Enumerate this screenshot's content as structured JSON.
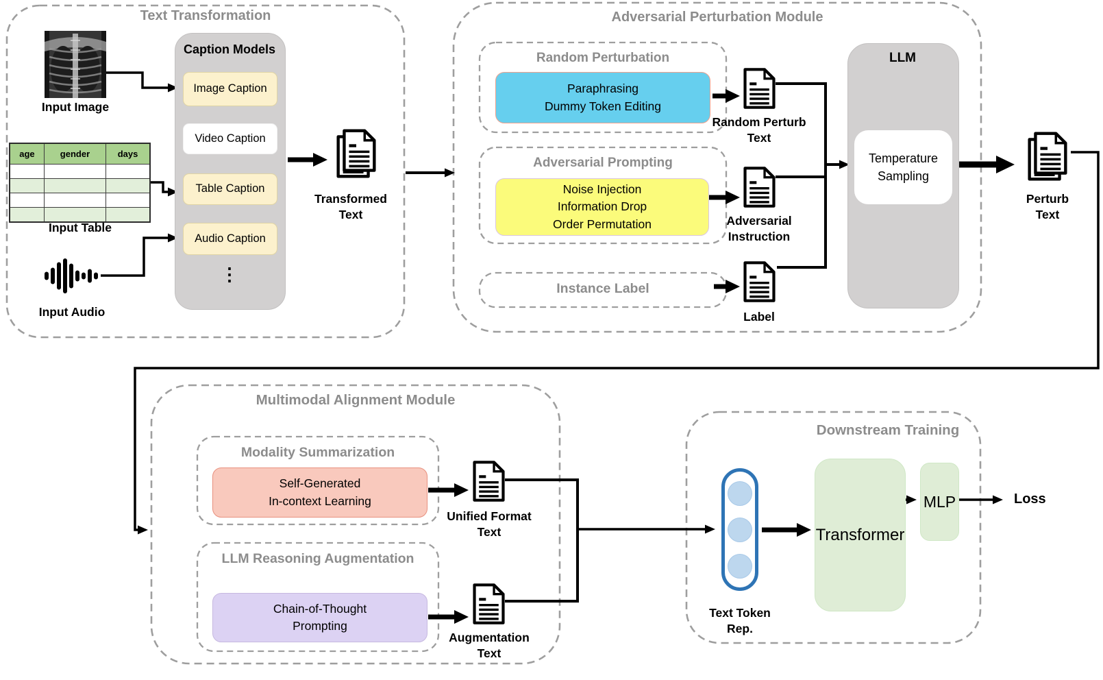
{
  "modules": {
    "m1": {
      "title": "Text Transformation",
      "input_image_label": "Input Image",
      "input_table_label": "Input Table",
      "input_audio_label": "Input Audio",
      "table": {
        "headers": [
          "age",
          "gender",
          "days"
        ],
        "data_rows": 4
      },
      "caption_models": {
        "title": "Caption Models",
        "items": [
          {
            "label": "Image Caption"
          },
          {
            "label": "Video Caption"
          },
          {
            "label": "Table Caption"
          },
          {
            "label": "Audio Caption"
          }
        ],
        "ellipsis": "⋮"
      },
      "output_doc": {
        "line1": "Transformed",
        "line2": "Text"
      }
    },
    "m2": {
      "title": "Adversarial Perturbation Module",
      "random": {
        "title": "Random Perturbation",
        "lines": [
          "Paraphrasing",
          "Dummy Token Editing"
        ]
      },
      "adv": {
        "title": "Adversarial Prompting",
        "lines": [
          "Noise Injection",
          "Information Drop",
          "Order Permutation"
        ]
      },
      "instance": {
        "title": "Instance Label"
      },
      "docs": [
        {
          "line1": "Random Perturb",
          "line2": "Text"
        },
        {
          "line1": "Adversarial",
          "line2": "Instruction"
        },
        {
          "line1": "Label",
          "line2": ""
        }
      ],
      "llm": {
        "title": "LLM",
        "lines": [
          "Temperature",
          "Sampling"
        ]
      },
      "output_doc": {
        "line1": "Perturb",
        "line2": "Text"
      }
    },
    "m3": {
      "title": "Multimodal Alignment Module",
      "modality": {
        "title": "Modality Summarization",
        "lines": [
          "Self-Generated",
          "In-context Learning"
        ]
      },
      "reasoning": {
        "title": "LLM Reasoning Augmentation",
        "lines": [
          "Chain-of-Thought",
          "Prompting"
        ]
      },
      "docs": [
        {
          "line1": "Unified Format",
          "line2": "Text"
        },
        {
          "line1": "Augmentation",
          "line2": "Text"
        }
      ]
    },
    "m4": {
      "title": "Downstream Training",
      "token": {
        "line1": "Text Token",
        "line2": "Rep.",
        "circle_count": 3
      },
      "transformer_label": "Transformer",
      "mlp_label": "MLP",
      "loss_label": "Loss"
    }
  },
  "colors": {
    "caption_item_cream": "#fcf1cd",
    "random_perturb_blue": "#66cfee",
    "adversarial_yellow": "#fbfb7b",
    "modality_pink": "#f9c9bd",
    "reasoning_purple": "#dcd2f3",
    "container_gray": "#d2d0d0",
    "green_block": "#dfedd6",
    "table_header_green": "#a9d18e",
    "table_alt_row": "#e2efda",
    "token_pill_border": "#2e74b5",
    "token_circle_fill": "#bdd7ee",
    "dashed_border": "#9e9e9e",
    "title_gray": "#8c8c8c"
  }
}
